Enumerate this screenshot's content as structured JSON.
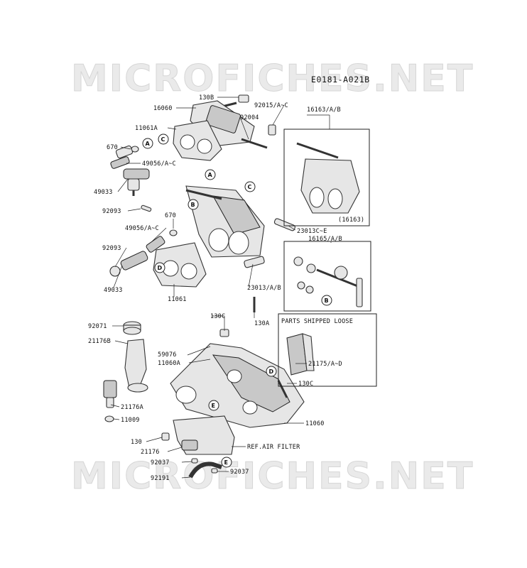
{
  "diagram_id": "E0181-A021B",
  "watermark": "MICROFICHES.NET",
  "ref_letters": [
    "A",
    "B",
    "C",
    "D",
    "E"
  ],
  "parts": {
    "p130B": "130B",
    "p16060": "16060",
    "p92015": "92015/A~C",
    "p16163": "16163/A/B",
    "p11061A": "11061A",
    "p92004": "92004",
    "p670a": "670",
    "p49056a": "49056/A~C",
    "p49033a": "49033",
    "p92093a": "92093",
    "p670b": "670",
    "p16163p": "(16163)",
    "p23013C": "23013C~E",
    "p49056b": "49056/A~C",
    "p16165": "16165/A/B",
    "p92093b": "92093",
    "p23013": "23013/A/B",
    "p49033b": "49033",
    "p11061": "11061",
    "p130C_top": "130C",
    "p130A": "130A",
    "p92071": "92071",
    "p21176B": "21176B",
    "p59076": "59076",
    "p11060A": "11060A",
    "p21175": "21175/A~D",
    "p130C_mid": "130C",
    "p21176A": "21176A",
    "p11009": "11009",
    "p11060": "11060",
    "p130": "130",
    "p21176": "21176",
    "p92037a": "92037",
    "p92191": "92191",
    "p92037b": "92037"
  },
  "notes": {
    "parts_shipped_loose": "PARTS SHIPPED LOOSE",
    "ref_air_filter": "REF.AIR FILTER"
  }
}
